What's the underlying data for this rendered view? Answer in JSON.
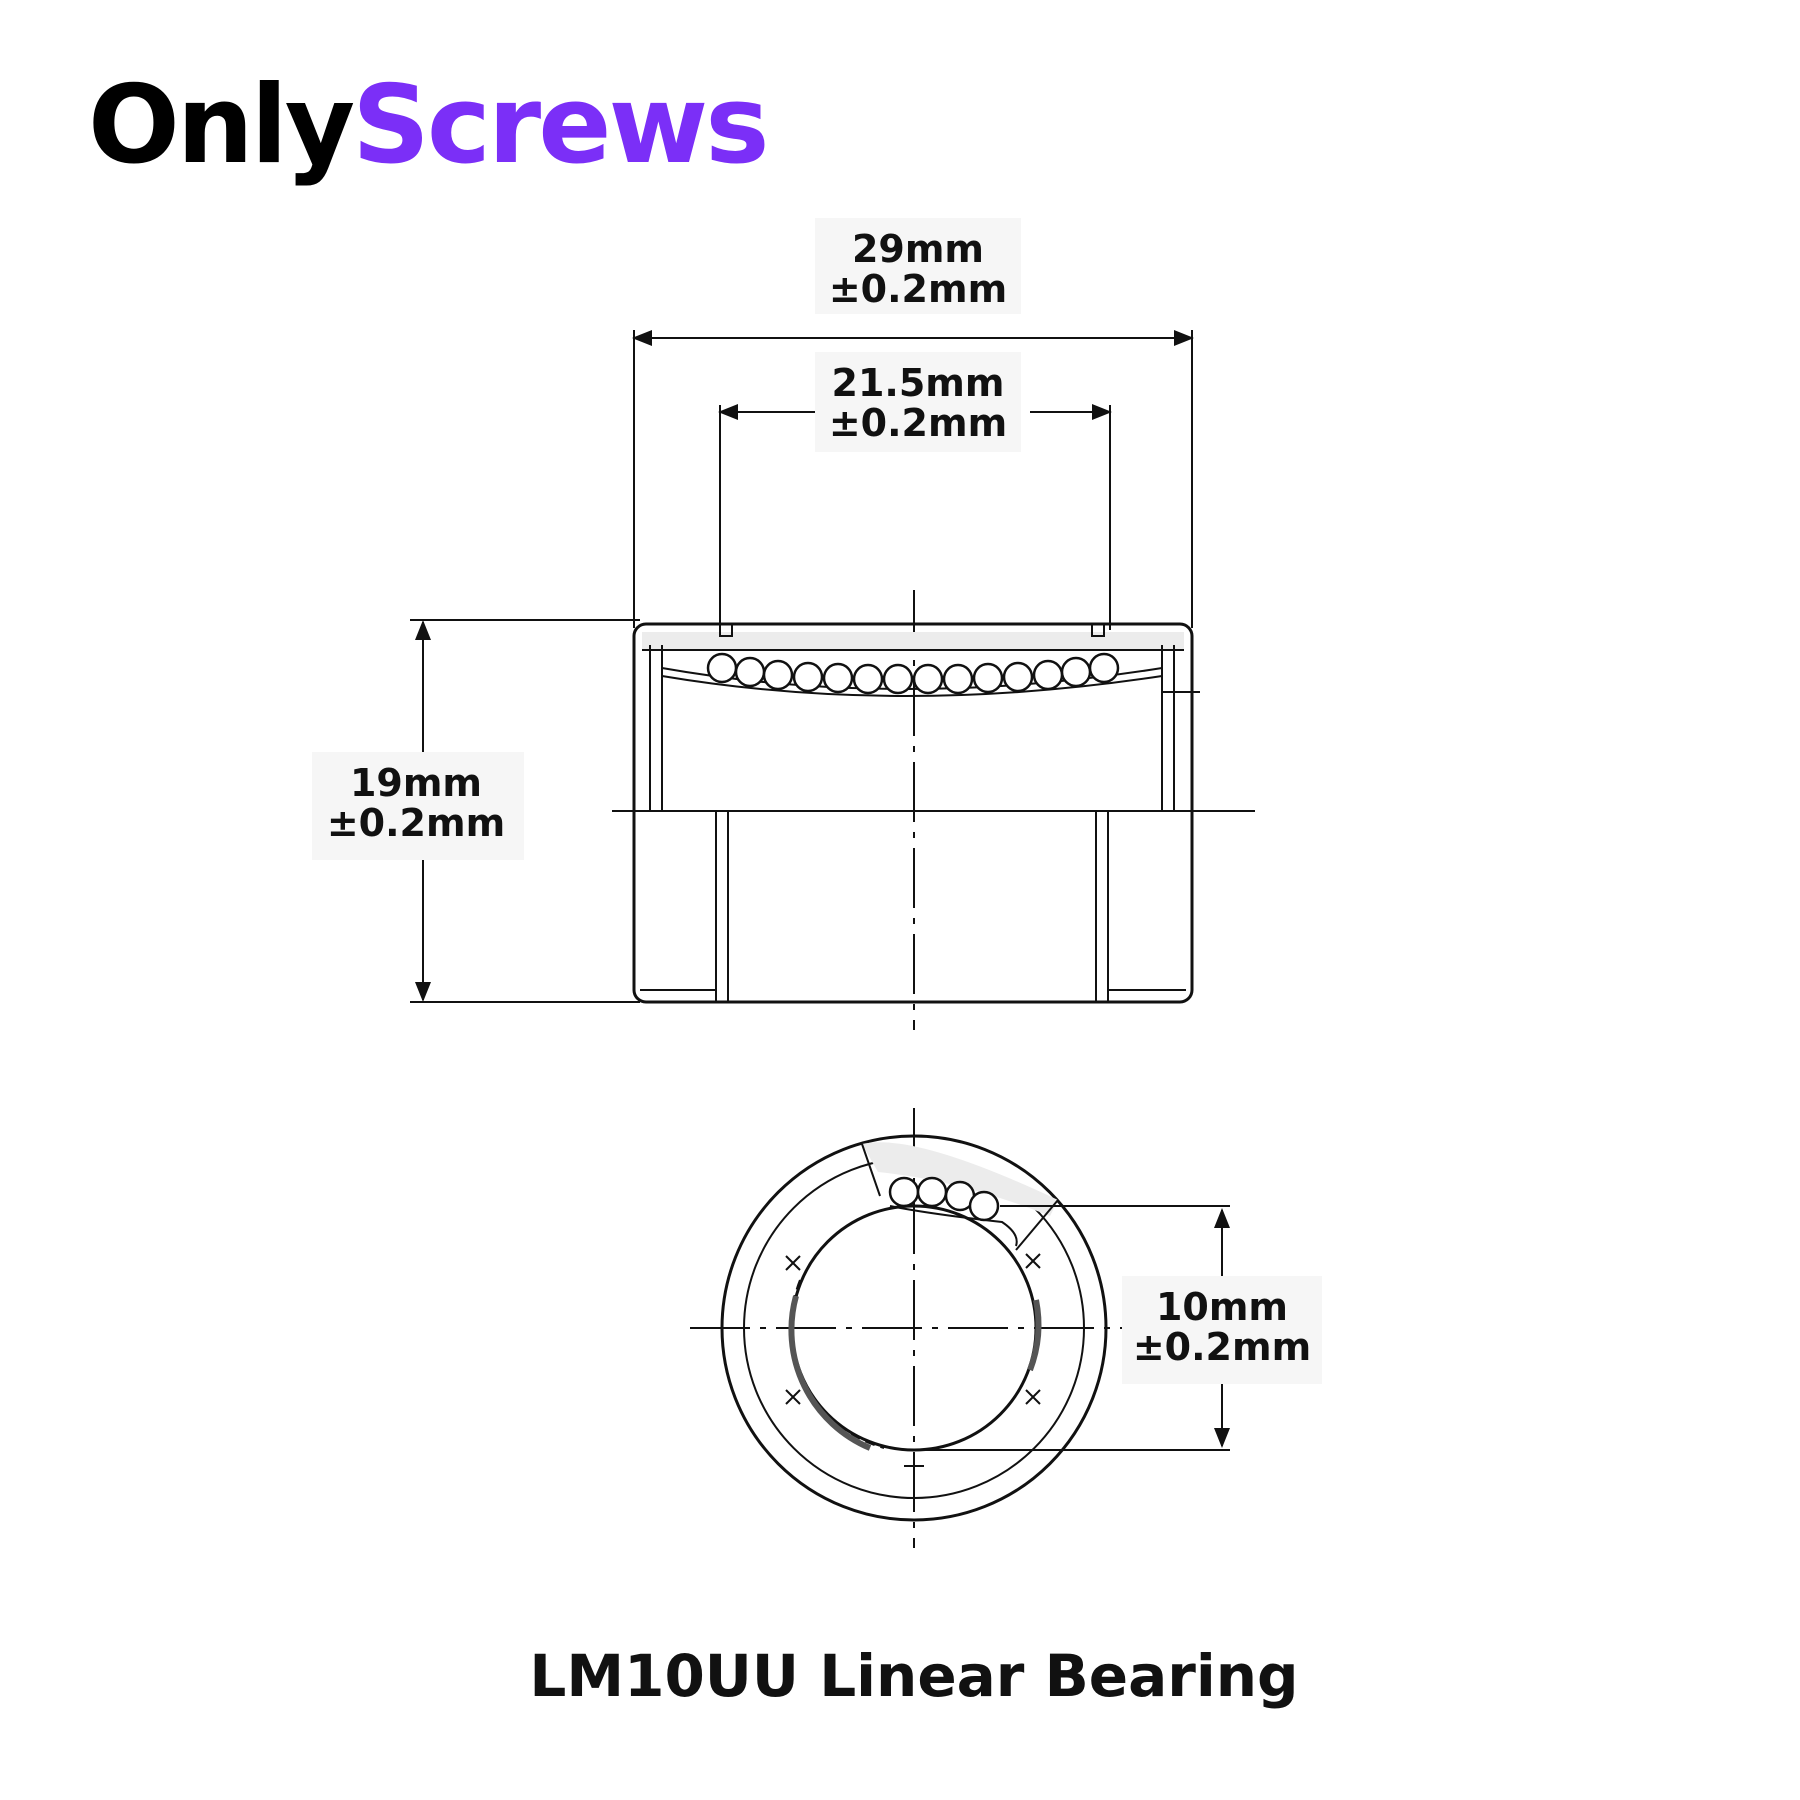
{
  "brand": {
    "part1": "Only",
    "part2": "Screws",
    "color_part1": "#000000",
    "color_part2": "#7b2ff7"
  },
  "dimensions": {
    "overall_length": {
      "value": "29mm",
      "tolerance": "±0.2mm"
    },
    "ball_track_length": {
      "value": "21.5mm",
      "tolerance": "±0.2mm"
    },
    "outer_diameter": {
      "value": "19mm",
      "tolerance": "±0.2mm"
    },
    "inner_diameter": {
      "value": "10mm",
      "tolerance": "±0.2mm"
    }
  },
  "title": "LM10UU Linear Bearing"
}
